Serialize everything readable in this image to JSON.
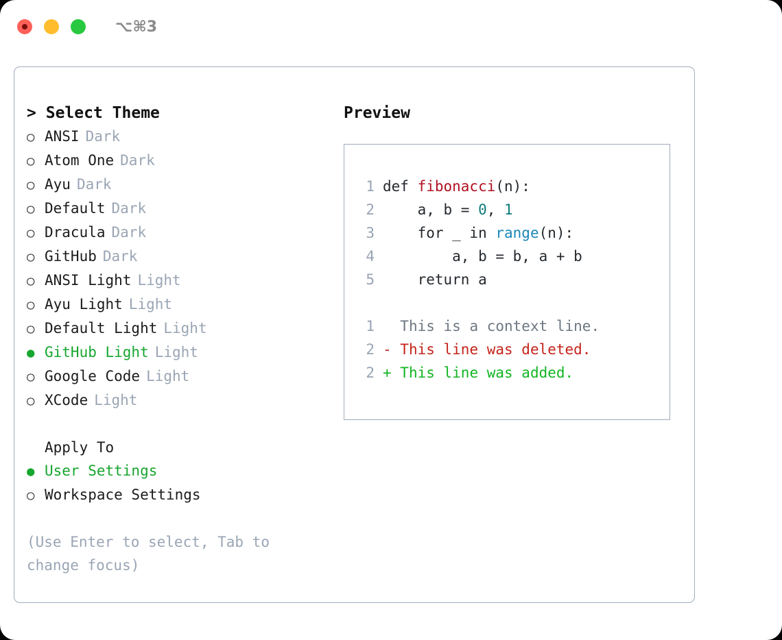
{
  "window": {
    "shortcut": "⌥⌘3",
    "traffic_lights": [
      {
        "name": "close-button",
        "color": "#ff6159"
      },
      {
        "name": "minimize-button",
        "color": "#ffbd2e"
      },
      {
        "name": "maximize-button",
        "color": "#28c840"
      }
    ]
  },
  "colors": {
    "accent_green": "#17a62e",
    "muted": "#9aa5b4",
    "border": "#9fabbd",
    "diff_add": "#12b522",
    "diff_del": "#c4241b",
    "diff_ctx": "#6e7781"
  },
  "theme_picker": {
    "prompt": ">",
    "title": "Select Theme",
    "options": [
      {
        "bullet": "○",
        "name": "ANSI",
        "tag": "Dark",
        "selected": false
      },
      {
        "bullet": "○",
        "name": "Atom One",
        "tag": "Dark",
        "selected": false
      },
      {
        "bullet": "○",
        "name": "Ayu",
        "tag": "Dark",
        "selected": false
      },
      {
        "bullet": "○",
        "name": "Default",
        "tag": "Dark",
        "selected": false
      },
      {
        "bullet": "○",
        "name": "Dracula",
        "tag": "Dark",
        "selected": false
      },
      {
        "bullet": "○",
        "name": "GitHub",
        "tag": "Dark",
        "selected": false
      },
      {
        "bullet": "○",
        "name": "ANSI Light",
        "tag": "Light",
        "selected": false
      },
      {
        "bullet": "○",
        "name": "Ayu Light",
        "tag": "Light",
        "selected": false
      },
      {
        "bullet": "○",
        "name": "Default Light",
        "tag": "Light",
        "selected": false
      },
      {
        "bullet": "●",
        "name": "GitHub Light",
        "tag": "Light",
        "selected": true
      },
      {
        "bullet": "○",
        "name": "Google Code",
        "tag": "Light",
        "selected": false
      },
      {
        "bullet": "○",
        "name": "XCode",
        "tag": "Light",
        "selected": false
      }
    ]
  },
  "apply_to": {
    "heading": "Apply To",
    "options": [
      {
        "bullet": "●",
        "label": "User Settings",
        "selected": true
      },
      {
        "bullet": "○",
        "label": "Workspace Settings",
        "selected": false
      }
    ]
  },
  "hint": "(Use Enter to select, Tab to change focus)",
  "preview": {
    "title": "Preview",
    "code_lines": [
      {
        "no": "1",
        "segments": [
          {
            "t": "def ",
            "k": "plain"
          },
          {
            "t": "fibonacci",
            "k": "fn"
          },
          {
            "t": "(n):",
            "k": "plain"
          }
        ]
      },
      {
        "no": "2",
        "segments": [
          {
            "t": "    a, b = ",
            "k": "plain"
          },
          {
            "t": "0",
            "k": "num"
          },
          {
            "t": ", ",
            "k": "plain"
          },
          {
            "t": "1",
            "k": "num"
          }
        ]
      },
      {
        "no": "3",
        "segments": [
          {
            "t": "    for _ in ",
            "k": "plain"
          },
          {
            "t": "range",
            "k": "call"
          },
          {
            "t": "(n):",
            "k": "plain"
          }
        ]
      },
      {
        "no": "4",
        "segments": [
          {
            "t": "        a, b = b, a + b",
            "k": "plain"
          }
        ]
      },
      {
        "no": "5",
        "segments": [
          {
            "t": "    return a",
            "k": "plain"
          }
        ]
      }
    ],
    "diff_lines": [
      {
        "no": "1",
        "marker": "  ",
        "text": "This is a context line.",
        "kind": "ctx"
      },
      {
        "no": "2",
        "marker": "- ",
        "text": "This line was deleted.",
        "kind": "del"
      },
      {
        "no": "2",
        "marker": "+ ",
        "text": "This line was added.",
        "kind": "add"
      }
    ]
  }
}
